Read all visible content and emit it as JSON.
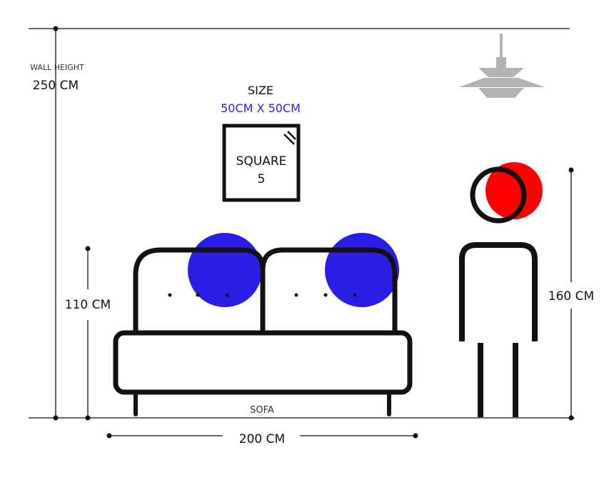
{
  "wall": {
    "label": "WALL HEIGHT",
    "value": "250 CM"
  },
  "frame": {
    "size_label": "SIZE",
    "size_value": "50CM X 50CM",
    "name": "SQUARE",
    "number": "5"
  },
  "sofa": {
    "label": "SOFA",
    "height": "110 CM",
    "width": "200 CM"
  },
  "person": {
    "height": "160 CM"
  },
  "colors": {
    "accent_blue": "#2b1fe6",
    "accent_red": "#ff0000",
    "lamp": "#b3b3b3",
    "line": "#111111"
  }
}
